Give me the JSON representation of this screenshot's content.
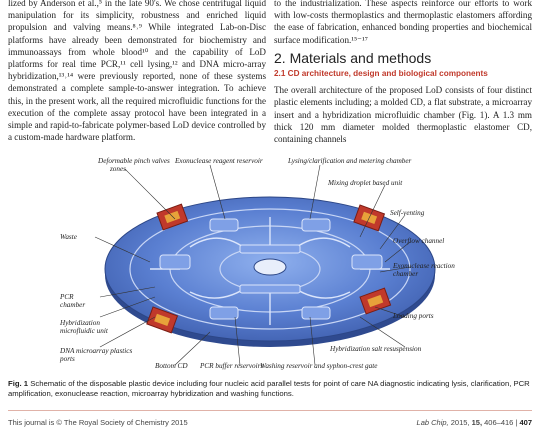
{
  "left_column": {
    "paragraph": "lized by Anderson et al.,⁵ in the late 90's. We chose centrifugal liquid manipulation for its simplicity, robustness and enriched liquid propulsion and valving means.⁸˒⁹ While integrated Lab-on-Disc platforms have already been demonstrated for biochemistry and immunoassays from whole blood¹⁰ and the capability of LoD platforms for real time PCR,¹¹ cell lysing,¹² and DNA micro-array hybridization,¹³˒¹⁴ were previously reported, none of these systems demonstrated a complete sample-to-answer integration. To achieve this, in the present work, all the required microfluidic functions for the execution of the complete assay protocol have been integrated in a simple and rapid-to-fabricate polymer-based LoD device controlled by a custom-made hardware platform."
  },
  "right_column": {
    "paragraph_top": "to the industrialization. These aspects reinforce our efforts to work with low-costs thermoplastics and thermoplastic elastomers affording the ease of fabrication, enhanced bonding properties and biochemical surface modification.¹⁵⁻¹⁷",
    "section_heading": "2. Materials and methods",
    "subsection_heading": "2.1 CD architecture, design and biological components",
    "paragraph_body": "The overall architecture of the proposed LoD consists of four distinct plastic elements including; a molded CD, a flat substrate, a microarray insert and a hybridization microfluidic chamber (Fig. 1). A 1.3 mm thick 120 mm diameter molded thermoplastic elastomer CD, containing channels"
  },
  "figure": {
    "labels": {
      "deformable_valves": "Deformable pinch valves",
      "zones": "zones",
      "exonuclease_reagent": "Exonuclease reagent reservoir",
      "lysing": "Lysing/clarification and metering chamber",
      "mixing": "Mixing droplet based unit",
      "self_venting": "Self-venting",
      "overflow": "Overflow channel",
      "exonuclease_reaction": "Exonuclease reaction",
      "chamber": "chamber",
      "loading_ports": "Loading ports",
      "hybridization_resuspension": "Hybridization salt resuspension",
      "washing_reservoir": "Washing reservoir and syphon-crest gate",
      "pcr_buffer": "PCR buffer reservoirs",
      "bottom_cd": "Bottom CD",
      "dna_ports": "DNA microarray plastics",
      "ports": "ports",
      "hybridization_unit": "Hybridization",
      "microfluidic_unit": "microfluidic unit",
      "pcr_chamber": "PCR",
      "pcr_chamber2": "chamber",
      "waste": "Waste"
    }
  },
  "caption": {
    "lead": "Fig. 1",
    "text": "Schematic of the disposable plastic device including four nucleic acid parallel tests for point of care NA diagnostic indicating lysis, clarification, PCR amplification, exonuclease reaction, microarray hybridization and washing functions."
  },
  "footer": {
    "left": "This journal is © The Royal Society of Chemistry 2015",
    "journal": "Lab Chip,",
    "year": "2015,",
    "volume": "15,",
    "pages": "406–416",
    "separator": "|",
    "page_number": "407"
  },
  "colors": {
    "disc_blue": "#5a7fd1",
    "disc_dark": "#3f5fae",
    "valve_red": "#c0392b",
    "heading_red": "#c0392b"
  }
}
